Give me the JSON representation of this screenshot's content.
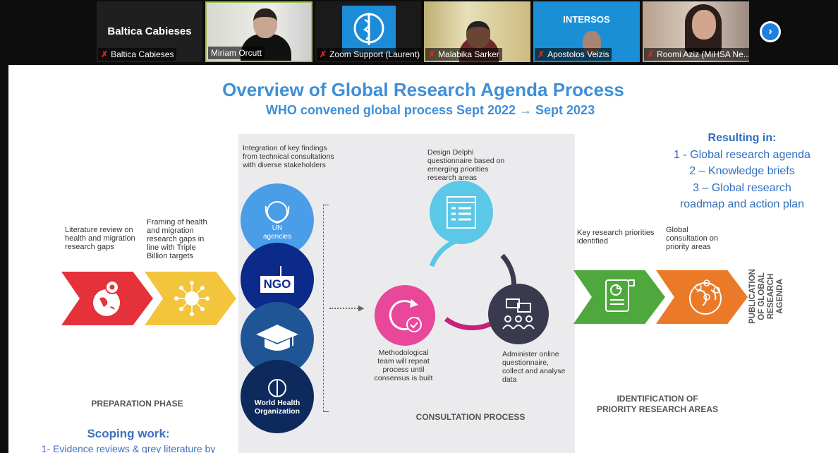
{
  "participants": [
    {
      "name": "Baltica Cabieses",
      "display": "Baltica Cabieses",
      "muted": true
    },
    {
      "name": "Miriam Orcutt",
      "muted": false
    },
    {
      "name": "Zoom Support (Laurent)",
      "muted": true
    },
    {
      "name": "Malabika Sarker",
      "muted": true
    },
    {
      "name": "Apostolos Veizis",
      "muted": true,
      "logo": "INTERSOS"
    },
    {
      "name": "Roomi Aziz (MiHSA Ne...",
      "muted": true
    }
  ],
  "next_page_icon": "chevron-right-icon",
  "slide": {
    "title": "Overview of Global Research Agenda Process",
    "subtitle": "WHO convened global process Sept 2022 → Sept 2023",
    "resulting": {
      "heading": "Resulting in:",
      "items": [
        "1 - Global research agenda",
        "2 – Knowledge briefs",
        "3 – Global research",
        "roadmap and action plan"
      ]
    },
    "prep": {
      "step1": "Literature review on health and migration research gaps",
      "step2": "Framing of health and migration research gaps in line with Triple Billion targets",
      "phase": "PREPARATION PHASE",
      "scoping_heading": "Scoping work:",
      "scoping_item": "1- Evidence reviews & grey literature by"
    },
    "consult": {
      "integration": "Integration of key findings from technical consultations with diverse stakeholders",
      "un": "UN agencies",
      "ngo": "NGO",
      "who": "World Health Organization",
      "delphi": "Design Delphi questionnaire based on emerging priorities research areas",
      "method": "Methodological team will repeat process until consensus is built",
      "administer": "Administer online questionnaire, collect and analyse data",
      "phase": "CONSULTATION PROCESS"
    },
    "ident": {
      "step1": "Key research priorities identified",
      "step2": "Global consultation on priority areas",
      "phase_line1": "IDENTIFICATION OF",
      "phase_line2": "PRIORITY RESEARCH AREAS",
      "publication": "PUBLICATION OF GLOBAL RESEARCH AGENDA"
    },
    "colors": {
      "title": "#3f8fd6",
      "red": "#e4313a",
      "yellow": "#f2c53d",
      "green": "#4fa83d",
      "orange": "#ea7a28",
      "un": "#4a9ee8",
      "ngo": "#0b2a8a",
      "edu": "#1f5594",
      "who": "#0e2a5c",
      "teal": "#5cc8e8",
      "pink": "#e8479a",
      "dark": "#3a3a4e"
    }
  }
}
